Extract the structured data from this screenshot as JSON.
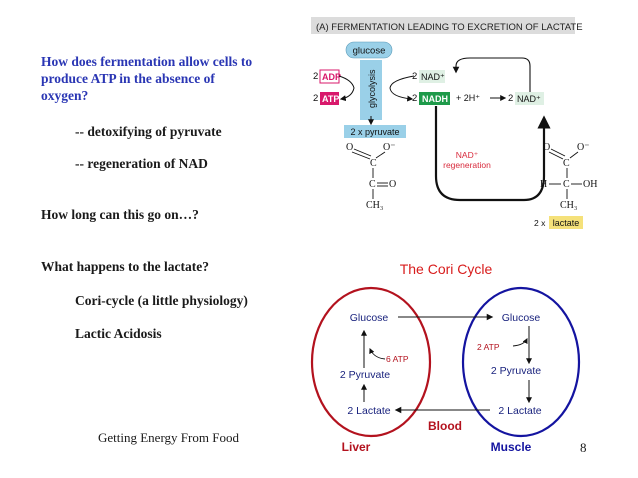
{
  "left": {
    "q1_line1": "How does fermentation allow cells to",
    "q1_line2": "produce ATP in the absence of",
    "q1_line3": "oxygen?",
    "bullet1": "-- detoxifying of pyruvate",
    "bullet2": "-- regeneration of NAD",
    "q2": "How long can this go on…?",
    "q3": "What happens to the lactate?",
    "item1": "Cori-cycle (a little physiology)",
    "item2": "Lactic Acidosis",
    "footer": "Getting Energy From Food",
    "page_number": "8"
  },
  "fermentation": {
    "header": "(A)   FERMENTATION LEADING TO EXCRETION OF LACTATE",
    "glucose": "glucose",
    "glycolysis": "glycolysis",
    "adp_coef": "2",
    "adp": "ADP",
    "atp_coef": "2",
    "atp": "ATP",
    "nad_top_coef": "2",
    "nad_top": "NAD⁺",
    "nadh_coef": "2",
    "nadh": "NADH",
    "plus_h": "+ 2H⁺",
    "nad_right_coef": "2",
    "nad_right": "NAD⁺",
    "pyruvate_box": "2 x pyruvate",
    "regen_line1": "NAD⁺",
    "regen_line2": "regeneration",
    "pyr_o1": "O",
    "pyr_o2": "O⁻",
    "pyr_c1": "C",
    "pyr_c2": "C",
    "pyr_o3": "O",
    "pyr_ch3": "CH₃",
    "lac_o1": "O",
    "lac_o2": "O⁻",
    "lac_c1": "C",
    "lac_h": "H",
    "lac_c2": "C",
    "lac_oh": "OH",
    "lac_ch3": "CH₃",
    "lactate_coef": "2 x",
    "lactate": "lactate",
    "colors": {
      "adp": "#d8186b",
      "atp": "#d8186b",
      "nadh": "#1e9a4a",
      "nad": "#dff0e4",
      "glucose": "#9ad0e8",
      "pyruvate": "#9ad0e8",
      "lactate": "#f5e17a",
      "regen": "#d82a3c"
    }
  },
  "cori": {
    "title": "The Cori Cycle",
    "glucose_left": "Glucose",
    "glucose_right": "Glucose",
    "atp_left": "6 ATP",
    "atp_right": "2 ATP",
    "pyruvate_left": "2 Pyruvate",
    "pyruvate_right": "2 Pyruvate",
    "lactate_left": "2 Lactate",
    "lactate_right": "2 Lactate",
    "blood": "Blood",
    "liver": "Liver",
    "muscle": "Muscle",
    "colors": {
      "title": "#d81c1c",
      "liver": "#b3121e",
      "muscle": "#1414a0",
      "arrow_label": "#b3121e"
    }
  }
}
